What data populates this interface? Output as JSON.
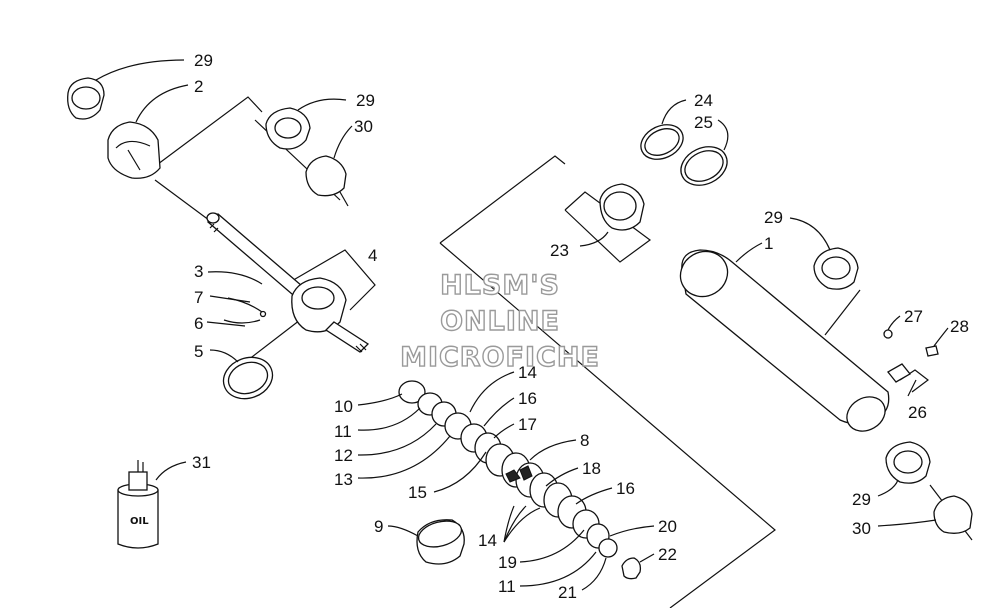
{
  "callouts": [
    {
      "id": "c29a",
      "text": "29"
    },
    {
      "id": "c2",
      "text": "2"
    },
    {
      "id": "c29b",
      "text": "29"
    },
    {
      "id": "c30a",
      "text": "30"
    },
    {
      "id": "c4",
      "text": "4"
    },
    {
      "id": "c3",
      "text": "3"
    },
    {
      "id": "c7",
      "text": "7"
    },
    {
      "id": "c6",
      "text": "6"
    },
    {
      "id": "c5",
      "text": "5"
    },
    {
      "id": "c24",
      "text": "24"
    },
    {
      "id": "c25",
      "text": "25"
    },
    {
      "id": "c23",
      "text": "23"
    },
    {
      "id": "c29c",
      "text": "29"
    },
    {
      "id": "c1",
      "text": "1"
    },
    {
      "id": "c27",
      "text": "27"
    },
    {
      "id": "c28",
      "text": "28"
    },
    {
      "id": "c26",
      "text": "26"
    },
    {
      "id": "c29d",
      "text": "29"
    },
    {
      "id": "c30b",
      "text": "30"
    },
    {
      "id": "c10",
      "text": "10"
    },
    {
      "id": "c11a",
      "text": "11"
    },
    {
      "id": "c12",
      "text": "12"
    },
    {
      "id": "c13",
      "text": "13"
    },
    {
      "id": "c14a",
      "text": "14"
    },
    {
      "id": "c16a",
      "text": "16"
    },
    {
      "id": "c17",
      "text": "17"
    },
    {
      "id": "c8",
      "text": "8"
    },
    {
      "id": "c15",
      "text": "15"
    },
    {
      "id": "c18",
      "text": "18"
    },
    {
      "id": "c16b",
      "text": "16"
    },
    {
      "id": "c9",
      "text": "9"
    },
    {
      "id": "c14b",
      "text": "14"
    },
    {
      "id": "c20",
      "text": "20"
    },
    {
      "id": "c19",
      "text": "19"
    },
    {
      "id": "c22",
      "text": "22"
    },
    {
      "id": "c11b",
      "text": "11"
    },
    {
      "id": "c21",
      "text": "21"
    },
    {
      "id": "c31",
      "text": "31"
    }
  ],
  "watermark": {
    "line1": "HLSM'S",
    "line2": "ONLINE",
    "line3": "MICROFICHE"
  },
  "oil_label": "OIL"
}
